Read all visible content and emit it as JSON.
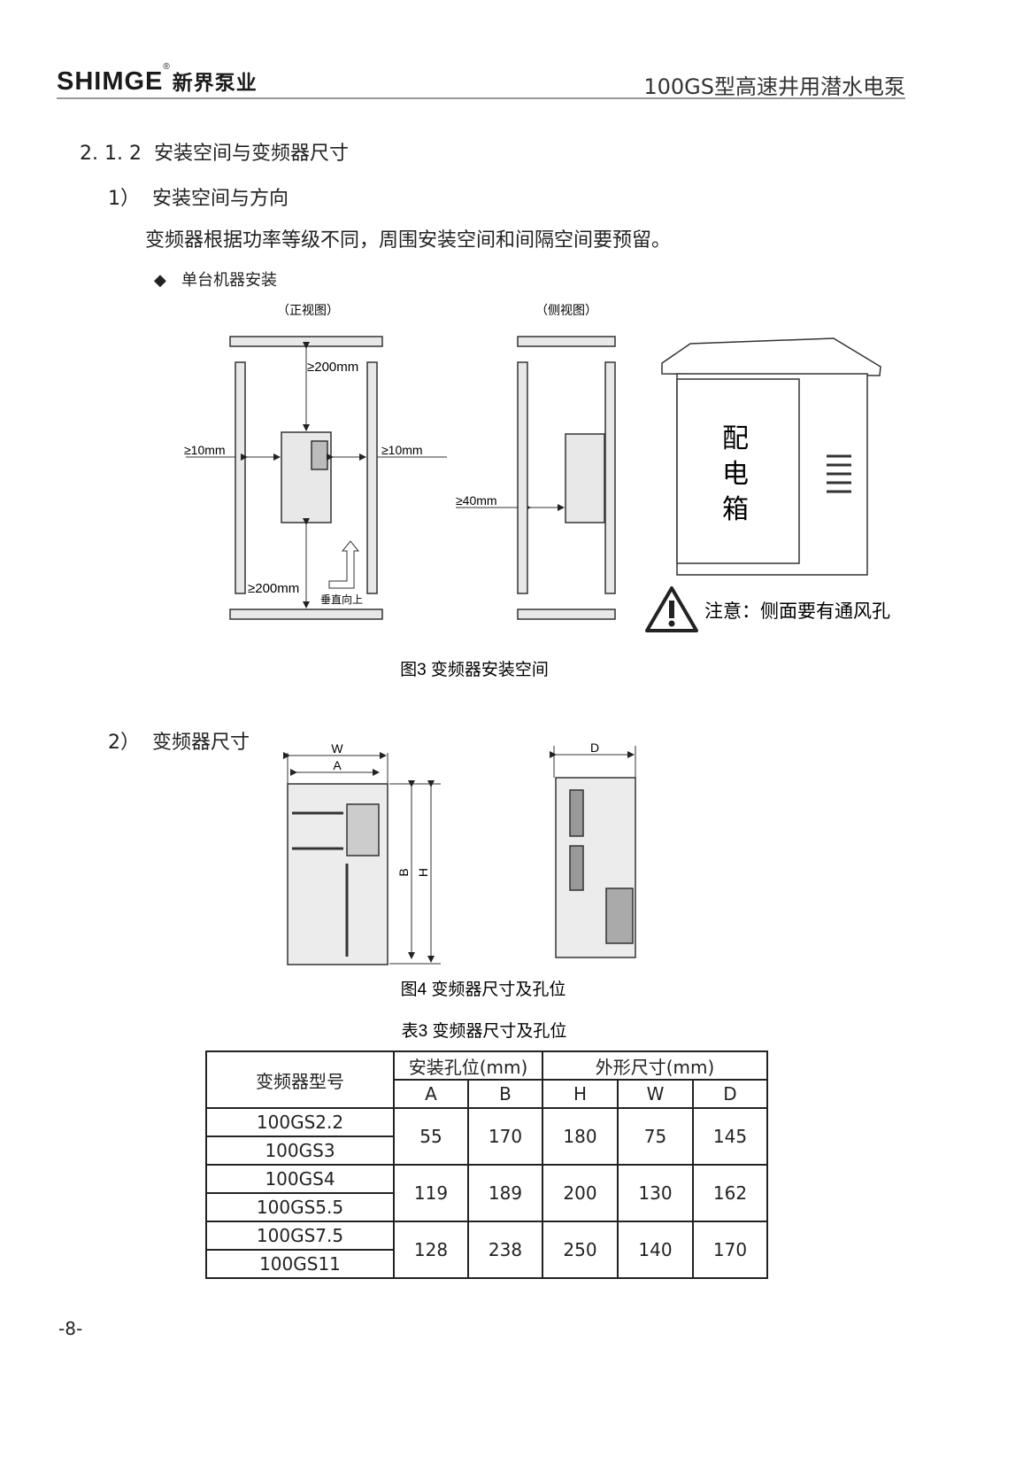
{
  "header": {
    "brand": "SHIMGE",
    "registered": "®",
    "brand_cn": "新界泵业",
    "doc_title": "100GS型高速井用潜水电泵"
  },
  "section": {
    "number": "2. 1. 2",
    "title": "安装空间与变频器尺寸"
  },
  "sub1": {
    "number": "1）",
    "title": "安装空间与方向",
    "body": "变频器根据功率等级不同，周围安装空间和间隔空间要预留。",
    "bullet": "单台机器安装"
  },
  "fig3": {
    "front_label": "（正视图）",
    "side_label": "（侧视图）",
    "top_gap": "≥200mm",
    "bottom_gap": "≥200mm",
    "left_gap": "≥10mm",
    "right_gap": "≥10mm",
    "side_gap": "≥40mm",
    "up_label": "垂直向上",
    "box_label": [
      "配",
      "电",
      "箱"
    ],
    "warning": "注意：侧面要有通风孔",
    "caption": "图3 变频器安装空间"
  },
  "sub2": {
    "number": "2）",
    "title": "变频器尺寸"
  },
  "fig4": {
    "W": "W",
    "A": "A",
    "B": "B",
    "H": "H",
    "D": "D",
    "caption": "图4 变频器尺寸及孔位"
  },
  "table": {
    "caption": "表3 变频器尺寸及孔位",
    "model_header": "变频器型号",
    "hole_header": "安装孔位(mm)",
    "outer_header": "外形尺寸(mm)",
    "cols": [
      "A",
      "B",
      "H",
      "W",
      "D"
    ],
    "groups": [
      {
        "models": [
          "100GS2.2",
          "100GS3"
        ],
        "values": [
          "55",
          "170",
          "180",
          "75",
          "145"
        ]
      },
      {
        "models": [
          "100GS4",
          "100GS5.5"
        ],
        "values": [
          "119",
          "189",
          "200",
          "130",
          "162"
        ]
      },
      {
        "models": [
          "100GS7.5",
          "100GS11"
        ],
        "values": [
          "128",
          "238",
          "250",
          "140",
          "170"
        ]
      }
    ]
  },
  "page_number": "-8-"
}
